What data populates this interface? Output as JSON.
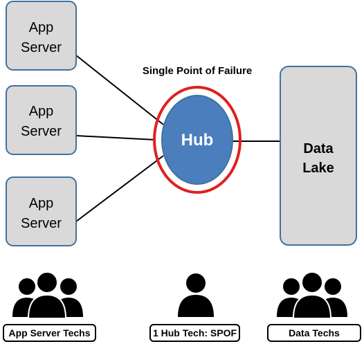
{
  "app_servers": [
    {
      "line1": "App",
      "line2": "Server"
    },
    {
      "line1": "App",
      "line2": "Server"
    },
    {
      "line1": "App",
      "line2": "Server"
    }
  ],
  "hub": {
    "label": "Hub",
    "annotation": "Single Point of Failure"
  },
  "data_lake": {
    "line1": "Data",
    "line2": "Lake"
  },
  "teams": [
    {
      "label": "App Server Techs",
      "icon": "group-of-people-icon"
    },
    {
      "label": "1 Hub Tech: SPOF",
      "icon": "person-icon"
    },
    {
      "label": "Data Techs",
      "icon": "group-of-people-icon"
    }
  ],
  "colors": {
    "box_fill": "#d9d9d9",
    "box_border": "#41719c",
    "hub_fill": "#4a7ebd",
    "spof_ring": "#e02020",
    "people": "#000000"
  }
}
